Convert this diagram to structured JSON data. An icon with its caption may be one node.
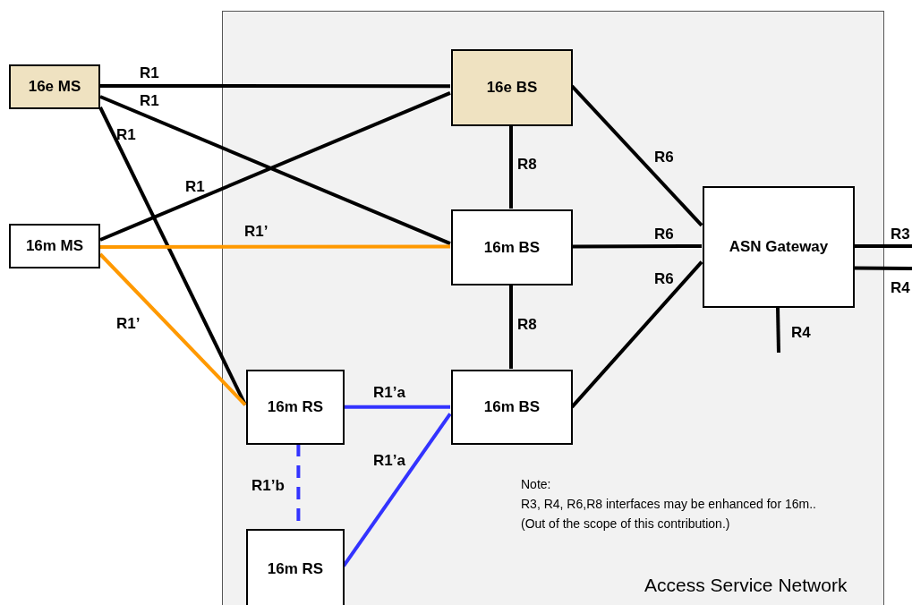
{
  "diagram": {
    "nodes": [
      {
        "text": [
          "Access Service Network"
        ]
      },
      {
        "text": [
          "16e MS"
        ]
      },
      {
        "text": [
          "16m MS"
        ]
      },
      {
        "text": [
          "16e BS"
        ],
        "in": 0
      },
      {
        "text": [
          "16m BS"
        ],
        "in": 0
      },
      {
        "text": [
          "ASN Gateway"
        ],
        "in": 0
      },
      {
        "text": [
          "16m BS"
        ],
        "in": 0
      },
      {
        "text": [
          "16m RS"
        ],
        "in": 0
      },
      {
        "text": [
          "16m RS"
        ],
        "in": 0
      }
    ],
    "edges": [
      {
        "from": 1,
        "to": 3,
        "arrow": "none",
        "label": "R1"
      },
      {
        "from": 1,
        "to": 4,
        "arrow": "none",
        "label": "R1"
      },
      {
        "from": 1,
        "to": 7,
        "arrow": "none",
        "label": "R1"
      },
      {
        "from": 2,
        "to": 3,
        "arrow": "none",
        "label": "R1"
      },
      {
        "from": 2,
        "to": 4,
        "arrow": "none",
        "label": "R1’",
        "color": "#ff9900"
      },
      {
        "from": 2,
        "to": 7,
        "arrow": "none",
        "label": "R1’",
        "color": "#ff9900"
      },
      {
        "from": 3,
        "to": 4,
        "arrow": "none",
        "label": "R8"
      },
      {
        "from": 3,
        "to": 5,
        "arrow": "none",
        "label": "R6"
      },
      {
        "from": 4,
        "to": 5,
        "arrow": "none",
        "label": "R6"
      },
      {
        "from": 6,
        "to": 5,
        "arrow": "none",
        "label": "R6"
      },
      {
        "from": 4,
        "to": 6,
        "arrow": "none",
        "label": "R8"
      },
      {
        "from": 7,
        "to": 6,
        "arrow": "none",
        "label": "R1’a",
        "color": "#3333ff"
      },
      {
        "from": 8,
        "to": 6,
        "arrow": "none",
        "label": "R1’a",
        "color": "#3333ff"
      },
      {
        "from": 7,
        "to": 8,
        "arrow": "none",
        "label": "R1’b",
        "style": "dashed",
        "color": "#3333ff"
      },
      {
        "from": 5,
        "to": null,
        "arrow": "none",
        "label": "R3"
      },
      {
        "from": 5,
        "to": null,
        "arrow": "none",
        "label": "R4"
      },
      {
        "from": 5,
        "to": null,
        "arrow": "none",
        "label": "R4"
      }
    ],
    "labels": [
      "Note:",
      "R3, R4, R6,R8 interfaces may be enhanced for 16m..",
      "(Out of the scope of this contribution.)"
    ]
  }
}
